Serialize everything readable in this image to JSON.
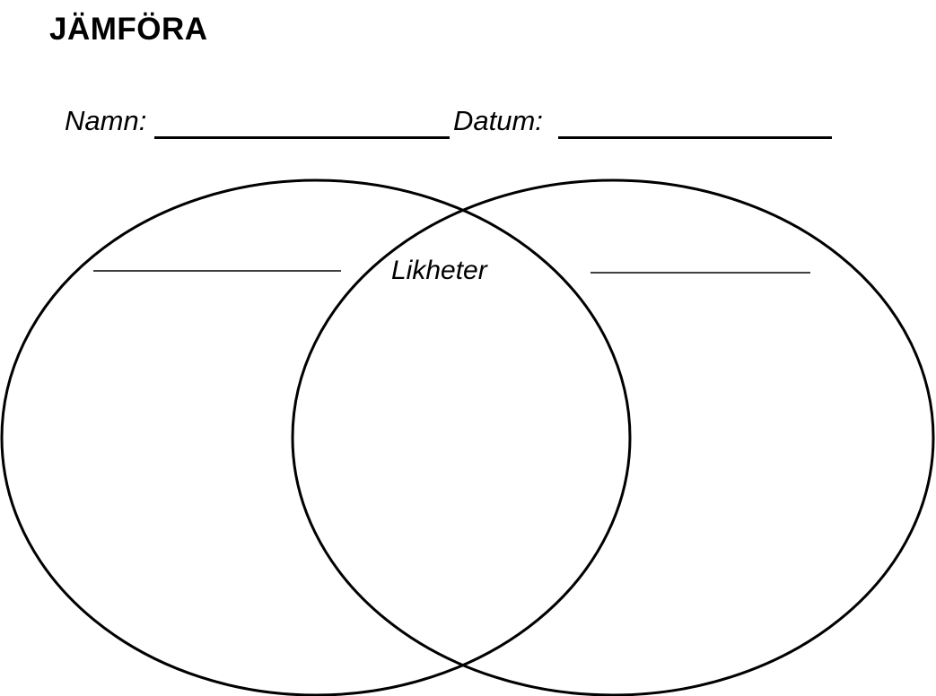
{
  "page": {
    "title": "JÄMFÖRA",
    "background_color": "#ffffff",
    "ink_color": "#000000"
  },
  "form": {
    "name_label": "Namn:",
    "name_value": "",
    "date_label": "Datum:",
    "date_value": ""
  },
  "venn": {
    "center_label": "Likheter",
    "left_topic_value": "",
    "right_topic_value": ""
  }
}
